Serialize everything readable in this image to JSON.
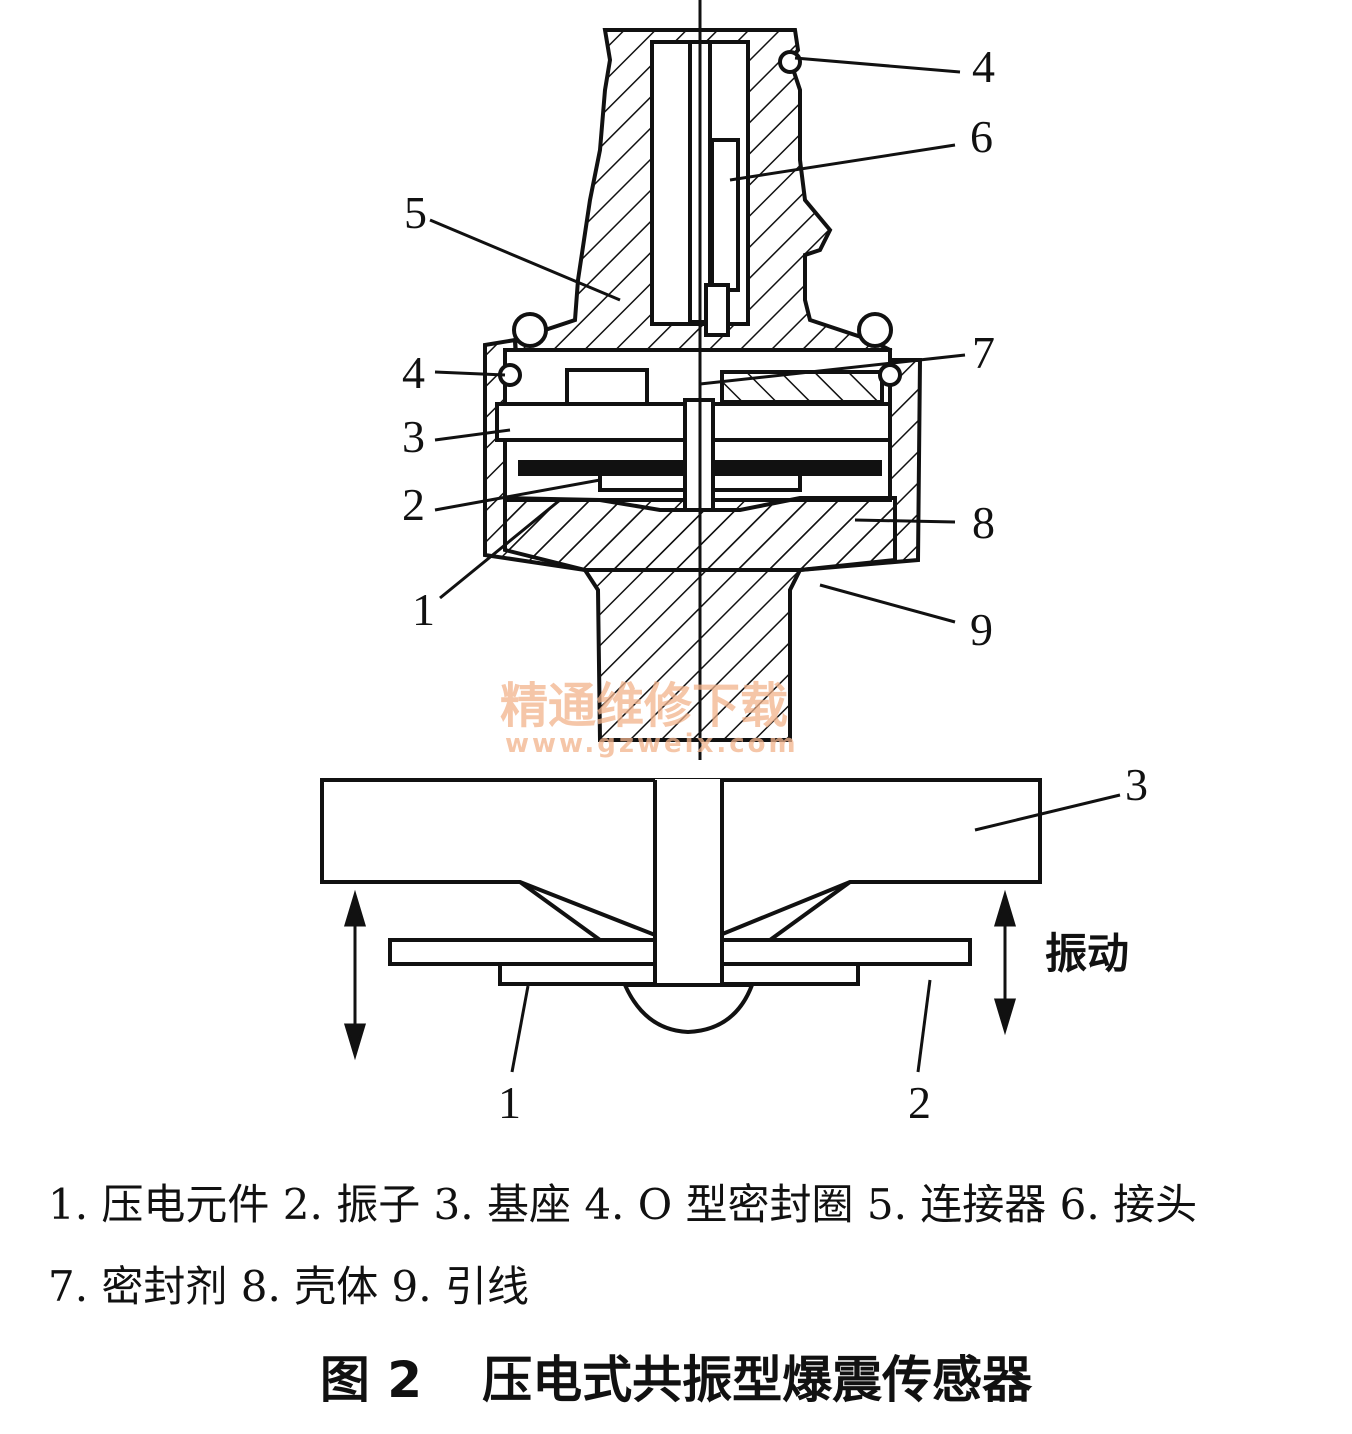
{
  "diagram": {
    "labels_top": [
      "4",
      "6",
      "5",
      "4",
      "7",
      "3",
      "2",
      "8",
      "1",
      "9"
    ],
    "labels_bottom": [
      "3",
      "1",
      "2"
    ],
    "vibration_label": "振动"
  },
  "watermark": {
    "line1": "精通维修下载",
    "line2": "www.gzweix.com"
  },
  "legend": {
    "line1": "1. 压电元件 2. 振子 3. 基座 4. O 型密封圈 5. 连接器 6. 接头",
    "line2": "7. 密封剂 8. 壳体 9. 引线"
  },
  "caption": {
    "figure_no": "图 2",
    "title": "压电式共振型爆震传感器"
  }
}
